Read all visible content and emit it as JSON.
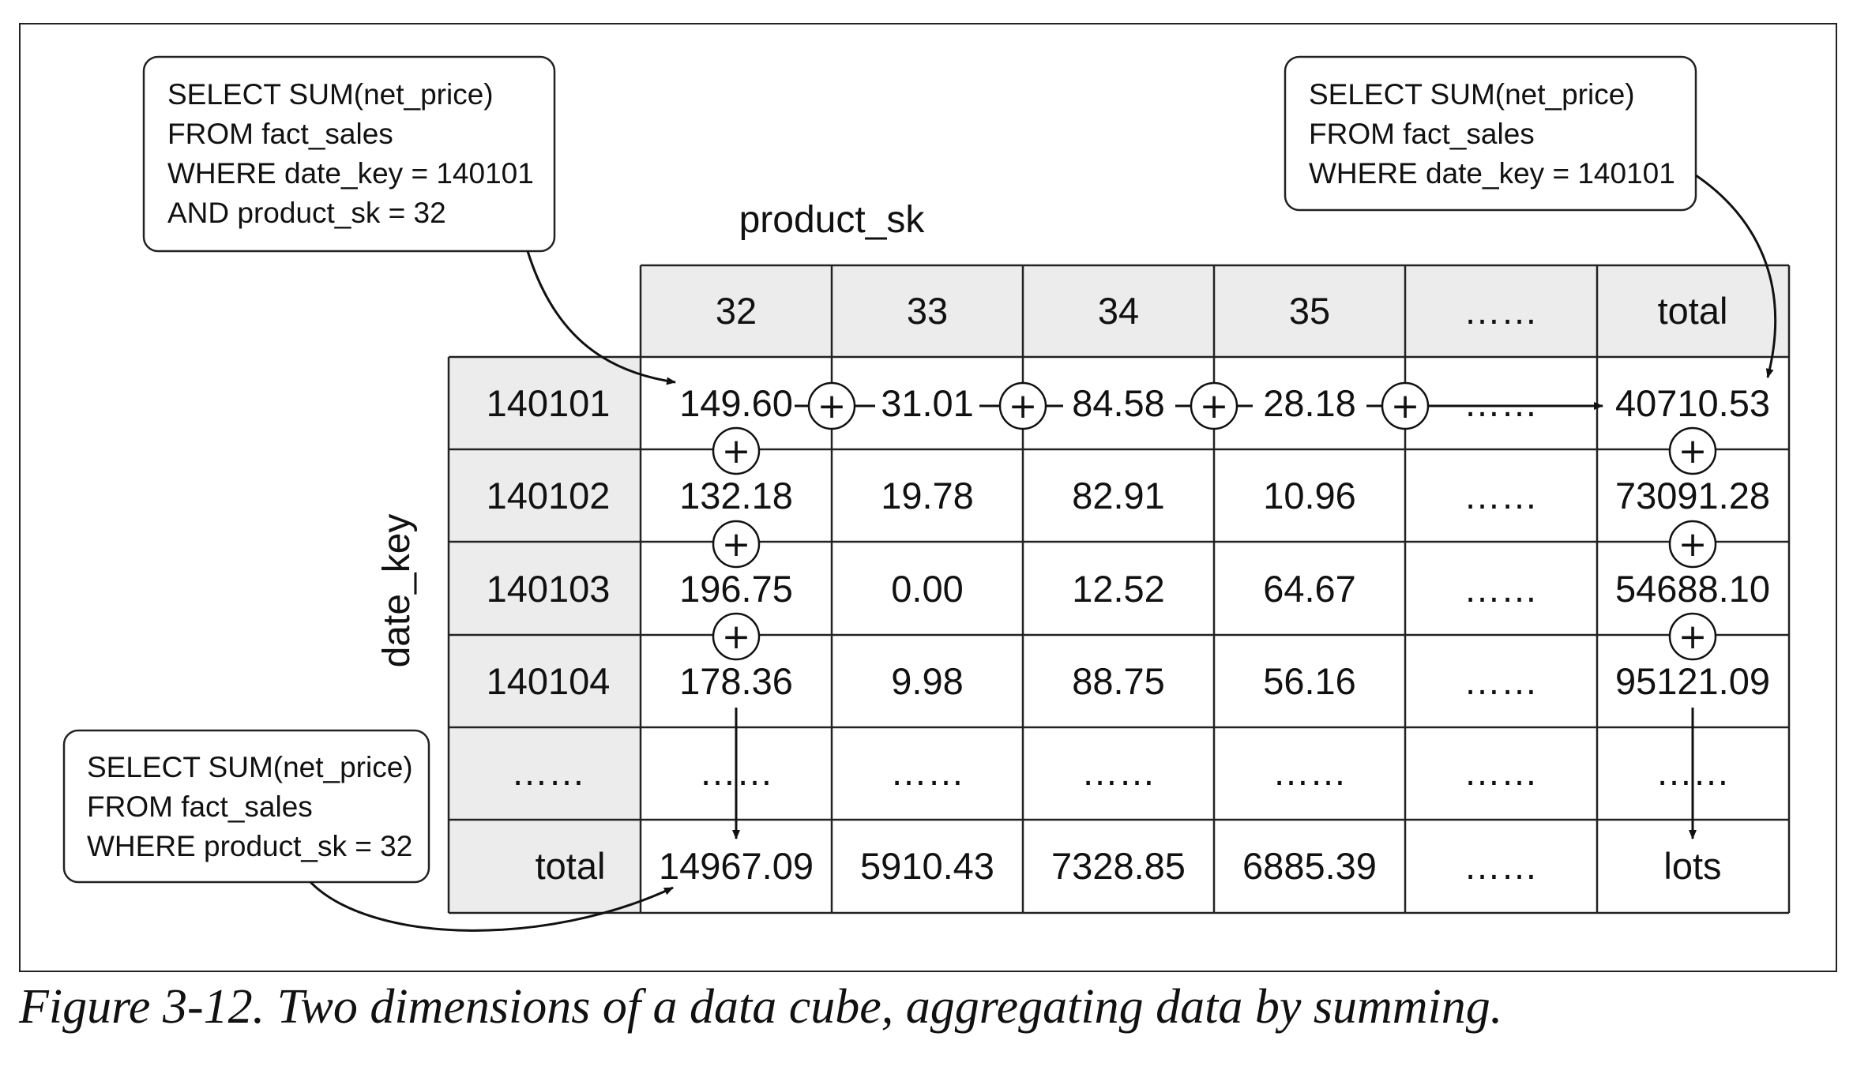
{
  "callouts": {
    "cell": [
      "SELECT SUM(net_price)",
      "FROM fact_sales",
      "WHERE date_key = 140101",
      "AND product_sk = 32"
    ],
    "row": [
      "SELECT SUM(net_price)",
      "FROM fact_sales",
      "WHERE date_key = 140101"
    ],
    "column": [
      "SELECT SUM(net_price)",
      "FROM fact_sales",
      "WHERE product_sk = 32"
    ]
  },
  "axes": {
    "column_dimension": "product_sk",
    "row_dimension": "date_key"
  },
  "table": {
    "column_headers": [
      "32",
      "33",
      "34",
      "35",
      "……",
      "total"
    ],
    "rows": [
      {
        "key": "140101",
        "cells": [
          "149.60",
          "31.01",
          "84.58",
          "28.18",
          "……",
          "40710.53"
        ]
      },
      {
        "key": "140102",
        "cells": [
          "132.18",
          "19.78",
          "82.91",
          "10.96",
          "……",
          "73091.28"
        ]
      },
      {
        "key": "140103",
        "cells": [
          "196.75",
          "0.00",
          "12.52",
          "64.67",
          "……",
          "54688.10"
        ]
      },
      {
        "key": "140104",
        "cells": [
          "178.36",
          "9.98",
          "88.75",
          "56.16",
          "……",
          "95121.09"
        ]
      },
      {
        "key": "……",
        "cells": [
          "……",
          "……",
          "……",
          "……",
          "……",
          "……"
        ]
      },
      {
        "key": "total",
        "cells": [
          "14967.09",
          "5910.43",
          "7328.85",
          "6885.39",
          "……",
          "lots"
        ]
      }
    ]
  },
  "operator_symbol": "+",
  "caption": "Figure 3-12. Two dimensions of a data cube, aggregating data by summing."
}
